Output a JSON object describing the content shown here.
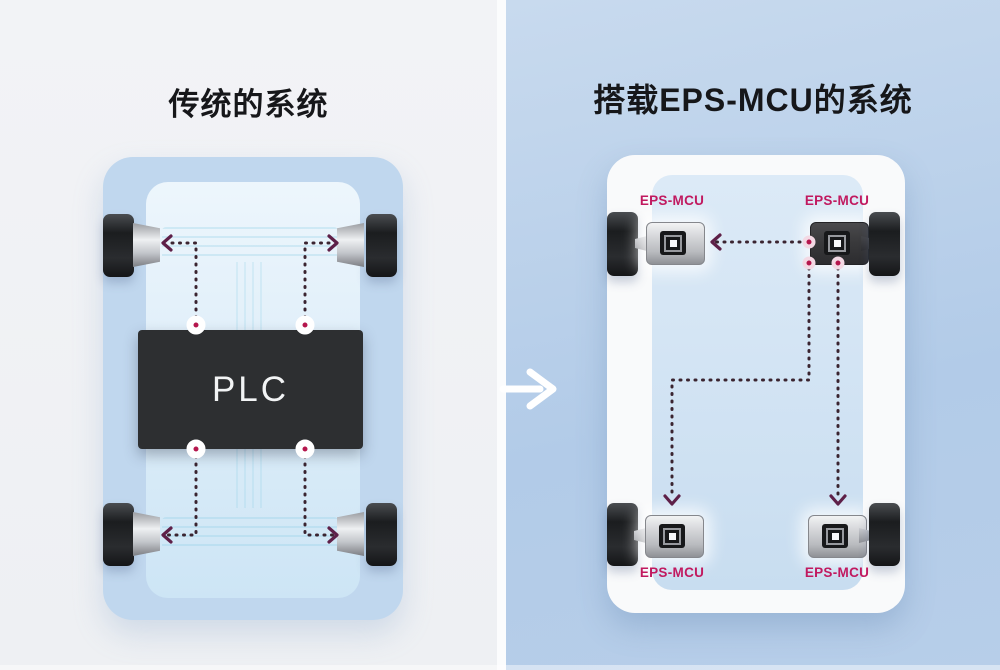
{
  "colors": {
    "panel_left_bg": "#f2f3f6",
    "panel_right_bg_top": "#c8daee",
    "panel_right_bg_bottom": "#b2cbe8",
    "car_left": "#c0d7ee",
    "car_left_inner_top": "#edf6fc",
    "car_left_inner_bottom": "#cde5f5",
    "car_right": "#f9fafb",
    "car_right_inner_top": "#dceaf7",
    "car_right_inner_bottom": "#c8ddf0",
    "plc_box": "#2d2f31",
    "plc_text": "#f2f4f5",
    "title": "#16171a",
    "label_magenta": "#c1195f",
    "dot_crimson": "#b5164d",
    "dot_halo_left": "#ffffff",
    "dot_halo_right": "#f3d9e4",
    "dash": "#3a2430",
    "chevron": "#5e2048",
    "transition_arrow": "#ffffff",
    "mcu_dark": "#3a3a3c"
  },
  "left_panel": {
    "title": "传统的系统",
    "controller": {
      "label": "PLC"
    }
  },
  "transition": {
    "icon": "arrow-right-icon"
  },
  "right_panel": {
    "title": "搭载EPS-MCU的系统",
    "units": [
      {
        "position": "front-left",
        "label": "EPS-MCU"
      },
      {
        "position": "front-right",
        "label": "EPS-MCU"
      },
      {
        "position": "rear-left",
        "label": "EPS-MCU"
      },
      {
        "position": "rear-right",
        "label": "EPS-MCU"
      }
    ]
  }
}
